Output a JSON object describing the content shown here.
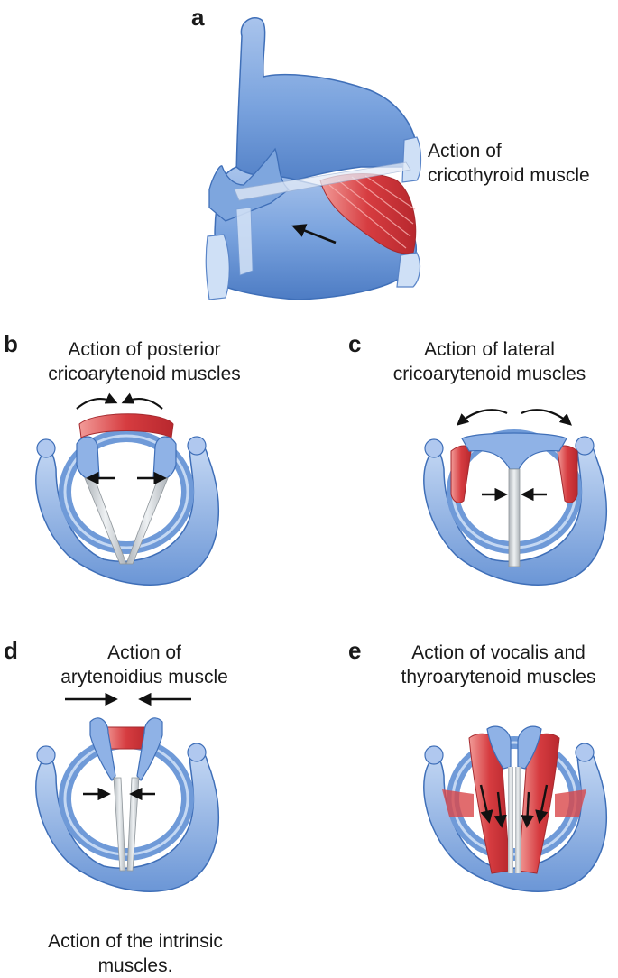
{
  "panels": {
    "a": {
      "letter": "a",
      "line1": "Action of",
      "line2": "cricothyroid muscle"
    },
    "b": {
      "letter": "b",
      "line1": "Action of posterior",
      "line2": "cricoarytenoid muscles"
    },
    "c": {
      "letter": "c",
      "line1": "Action of lateral",
      "line2": "cricoarytenoid muscles"
    },
    "d": {
      "letter": "d",
      "line1": "Action of",
      "line2": "arytenoidius muscle"
    },
    "e": {
      "letter": "e",
      "line1": "Action of vocalis and",
      "line2": "thyroarytenoid muscles"
    }
  },
  "figure_caption": {
    "line1": "Action of the intrinsic",
    "line2": "muscles."
  },
  "colors": {
    "cartilage": "#6f9ad8",
    "cartilage_dark": "#3f6fb8",
    "cartilage_light": "#b9d0f0",
    "muscle": "#d9474a",
    "muscle_light": "#f08c8a",
    "cord": "#c9ced3",
    "arrow": "#111111"
  }
}
